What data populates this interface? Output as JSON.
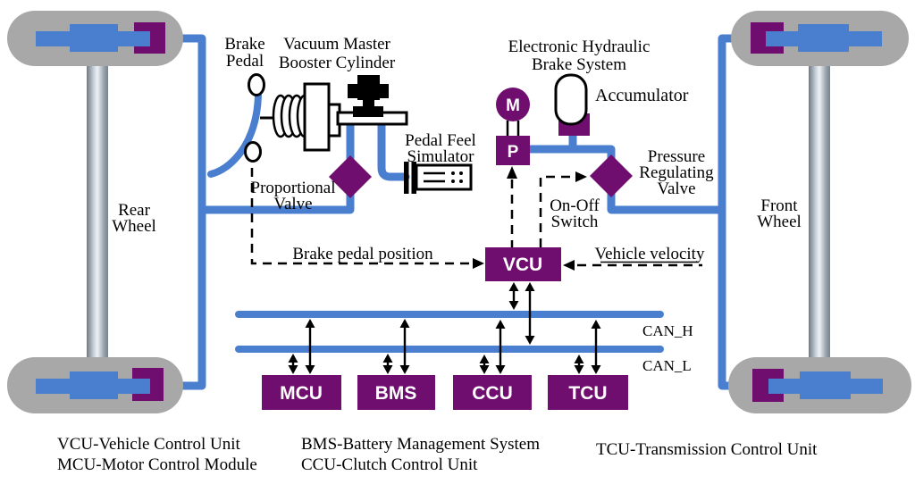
{
  "labels": {
    "brake_pedal": [
      "Brake",
      "Pedal"
    ],
    "vacuum_booster": [
      "Vacuum Master",
      "Booster Cylinder"
    ],
    "ehb": [
      "Electronic Hydraulic",
      "Brake System"
    ],
    "accumulator": "Accumulator",
    "pedal_feel_simulator": [
      "Pedal Feel",
      "Simulator"
    ],
    "proportional_valve": [
      "Proportional",
      "Valve"
    ],
    "pressure_regulating_valve": [
      "Pressure",
      "Regulating",
      "Valve"
    ],
    "on_off_switch": [
      "On-Off",
      "Switch"
    ],
    "rear_wheel": [
      "Rear",
      "Wheel"
    ],
    "front_wheel": [
      "Front",
      "Wheel"
    ]
  },
  "signals": {
    "brake_pedal_position": "Brake pedal position",
    "vehicle_velocity": "Vehicle velocity"
  },
  "bus": {
    "can_h": "CAN_H",
    "can_l": "CAN_L"
  },
  "nodes": {
    "motor": "M",
    "pump": "P",
    "vcu": "VCU",
    "mcu": "MCU",
    "bms": "BMS",
    "ccu": "CCU",
    "tcu": "TCU"
  },
  "legend": {
    "entries": [
      "VCU-Vehicle Control Unit",
      "MCU-Motor Control Module",
      "BMS-Battery Management System",
      "CCU-Clutch Control Unit",
      "TCU-Transmission Control Unit"
    ]
  },
  "colors": {
    "hydraulic_blue": "#4a7fd0",
    "component_purple": "#700e70",
    "wheel_gray": "#a8a8a8"
  }
}
